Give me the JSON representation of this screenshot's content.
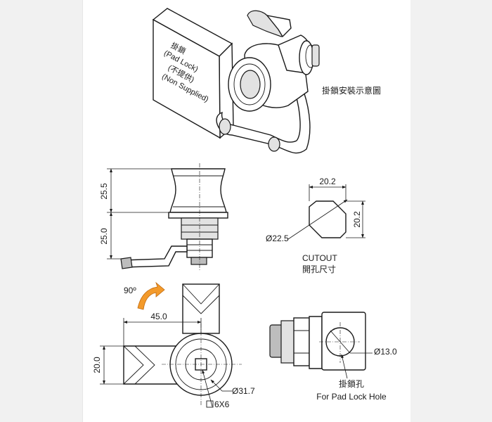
{
  "padlock_note": {
    "line1": "掛鎖",
    "line2": "(Pad Lock)",
    "line3": "(不提供)",
    "line4": "(Non Supplied)"
  },
  "install_caption": "掛鎖安裝示意圖",
  "side_view": {
    "dim_upper": "25.5",
    "dim_lower": "25.0"
  },
  "cutout": {
    "width": "20.2",
    "height": "20.2",
    "diagonal": "Ø22.5",
    "label_en": "CUTOUT",
    "label_zh": "開孔尺寸"
  },
  "front_view": {
    "rotation": "90º",
    "dim_length": "45.0",
    "dim_height": "20.0",
    "dim_dia": "Ø31.7",
    "dim_square": "6X6"
  },
  "padlock_hole": {
    "dim_dia": "Ø13.0",
    "label_zh": "掛鎖孔",
    "label_en": "For Pad Lock Hole"
  },
  "colors": {
    "side_bars": "#f1f1f1",
    "line": "#1a1a1a",
    "arrow": "#f39a2b"
  }
}
